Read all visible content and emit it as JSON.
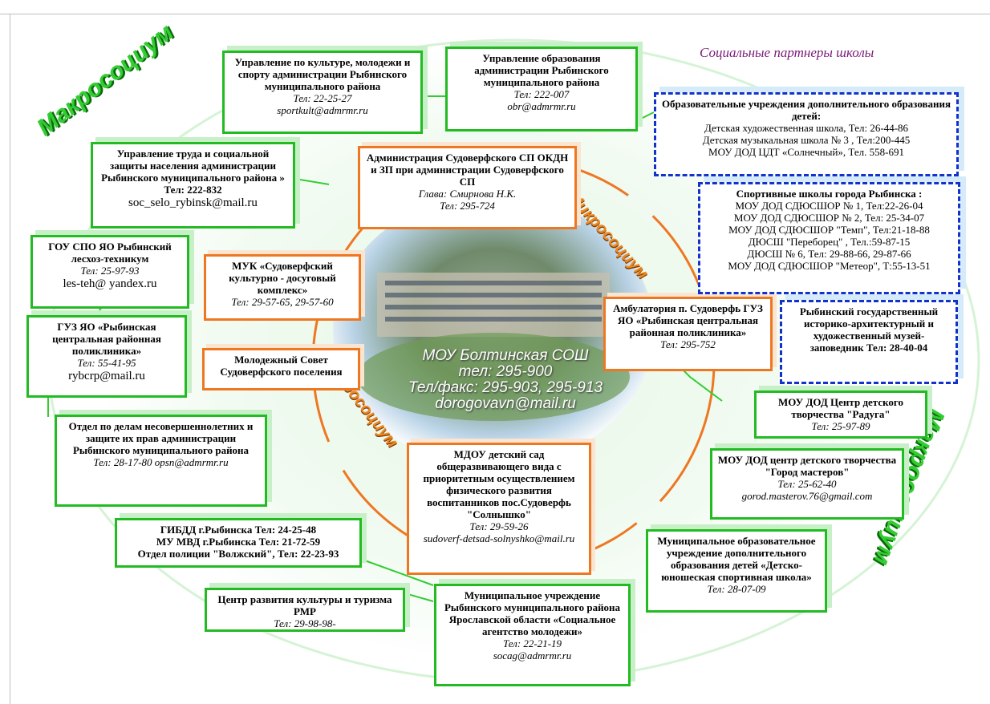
{
  "title": "Социальные партнеры школы",
  "ring_labels": {
    "macro_top_left": "Макросоциум",
    "macro_bottom_right": "Макросоциум",
    "micro_right": "Микросоциум",
    "micro_left": "Микросоциум"
  },
  "center": {
    "line1": "МОУ Болтинская СОШ",
    "line2": "тел: 295-900",
    "line3": "Тел/факс: 295-903, 295-913",
    "line4": "dorogovavn@mail.ru"
  },
  "colors": {
    "green": "#22bb22",
    "orange": "#ee7722",
    "blue": "#1133cc",
    "title": "#7a1a7a"
  },
  "boxes": {
    "culture": {
      "name": "Управление по культуре, молодежи и спорту администрации Рыбинского муниципального района",
      "tel": "Тел:  22-25-27",
      "email": "sportkult@admrmr.ru"
    },
    "education": {
      "name": "Управление образования администрации Рыбинского муниципального района",
      "tel": "Тел:  222-007",
      "email": "obr@admrmr.ru"
    },
    "dop_education": {
      "name": "Образовательные учреждения дополнительного образования детей:",
      "l1": "Детская художественная школа, Тел: 26-44-86",
      "l2": "Детская музыкальная школа № 3 , Тел:200-445",
      "l3": "МОУ ДОД   ЦДТ «Солнечный», Тел. 558-691"
    },
    "labor": {
      "name": "Управление труда и социальной защиты населения администрации Рыбинского муниципального района » Тел:  222-832",
      "email": "soc_selo_rybinsk@mail.ru"
    },
    "admin": {
      "name": "Администрация Судоверфского СП ОКДН и ЗП при администрации Судоверфского СП",
      "head": "Глава: Смирнова Н.К.",
      "tel": "Тел: 295-724"
    },
    "sport_schools": {
      "name": "Спортивные школы города Рыбинска :",
      "l1": "МОУ ДОД СДЮСШОР № 1, Тел:22-26-04",
      "l2": "МОУ ДОД СДЮСШОР № 2, Тел: 25-34-07",
      "l3": "МОУ ДОД СДЮСШОР \"Темп\", Тел:21-18-88",
      "l4": "ДЮСШ \"Переборец\" , Тел.:59-87-15",
      "l5": "ДЮСШ № 6, Тел: 29-88-66, 29-87-66",
      "l6": "МОУ ДОД СДЮСШОР \"Метеор\", Т:55-13-51"
    },
    "forestry": {
      "name": "ГОУ СПО ЯО Рыбинский лесхоз-техникум",
      "tel": "Тел:  25-97-93",
      "email": "les-teh@ yandex.ru"
    },
    "muk": {
      "name": "МУК «Судоверфский культурно - досуговый комплекс»",
      "tel": "Тел: 29-57-65, 29-57-60"
    },
    "ambulatory": {
      "name": "Амбулатория п. Судоверфь ГУЗ ЯО «Рыбинская центральная районная поликлиника»",
      "tel": "Тел: 295-752"
    },
    "museum": {
      "name": "Рыбинский государственный историко-архитектурный и художественный музей-заповедник  Тел:  28-40-04"
    },
    "clinic": {
      "name": "ГУЗ ЯО «Рыбинская центральная районная поликлиника»",
      "tel": "Тел:  55-41-95",
      "email": "rybcrp@mail.ru"
    },
    "youth_council": {
      "name": "Молодежный Совет Судоверфского поселения"
    },
    "raduga": {
      "name": "МОУ ДОД Центр детского творчества  \"Радуга\"",
      "tel": "Тел:  25-97-89"
    },
    "minors": {
      "name": "Отдел по делам несовершеннолетних и защите их прав администрации Рыбинского муниципального района",
      "tel": "Тел:  28-17-80  opsn@admrmr.ru"
    },
    "kindergarten": {
      "name": "МДОУ детский сад общеразвивающего вида с приоритетным осуществлением физического развития воспитанников пос.Судоверфь \"Солнышко\"",
      "tel": "Тел: 29-59-26",
      "email": "sudoverf-detsad-solnyshko@mail.ru"
    },
    "masters": {
      "name": "МОУ ДОД центр детского творчества \"Город мастеров\"",
      "tel": "Тел:  25-62-40",
      "email": "gorod.masterov.76@gmail.com"
    },
    "gibdd": {
      "l1": "ГИБДД г.Рыбинска Тел:  24-25-48",
      "l2": "МУ МВД г.Рыбинска Тел: 21-72-59",
      "l3": "Отдел полиции \"Волжский\", Тел: 22-23-93"
    },
    "youth_sport": {
      "name": "Муниципальное образовательное учреждение дополнительного образования детей «Детско-юношеская спортивная школа»",
      "tel": "Тел:  28-07-09"
    },
    "tourism": {
      "name": "Центр     развития культуры и туризма РМР",
      "tel": "Тел:  29-98-98-"
    },
    "social_agency": {
      "name": "Муниципальное учреждение Рыбинского муниципального района Ярославской области «Социальное агентство молодежи»",
      "tel": "Тел:  22-21-19",
      "email": "socag@admrmr.ru"
    }
  }
}
